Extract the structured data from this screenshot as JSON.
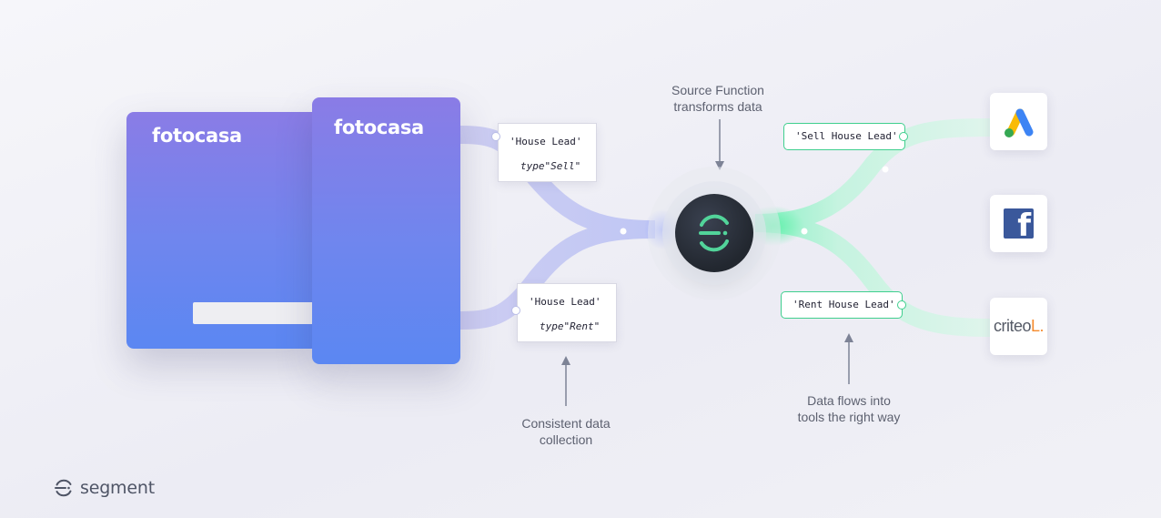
{
  "sources": {
    "card_back_brand": "fotocasa",
    "card_front_brand": "fotocasa"
  },
  "events": {
    "sell": {
      "name": "'House Lead'",
      "type": "type\"Sell\""
    },
    "rent": {
      "name": "'House Lead'",
      "type": "type\"Rent\""
    }
  },
  "outputs": {
    "sell": "'Sell House Lead'",
    "rent": "'Rent House Lead'"
  },
  "labels": {
    "source_function": [
      "Source Function",
      "transforms data"
    ],
    "consistent": [
      "Consistent data",
      "collection"
    ],
    "data_flows": [
      "Data flows into",
      "tools the right way"
    ]
  },
  "destinations": {
    "google": "google-ads-icon",
    "facebook": "facebook-icon",
    "criteo": {
      "word": "criteo",
      "mark": "L."
    }
  },
  "footer": {
    "logo_text": "segment",
    "logo_icon": "segment-logo-icon"
  },
  "colors": {
    "card_gradient_top": "#8a7ce6",
    "card_gradient_bottom": "#5b87f2",
    "input_flow": "#c4c6f2",
    "output_flow": "#bff3dc",
    "accent_green": "#3fcf8e",
    "hub": "#2a3039",
    "arrow": "#7d8396",
    "facebook_blue": "#3a589b",
    "criteo_orange": "#f58a2c"
  }
}
